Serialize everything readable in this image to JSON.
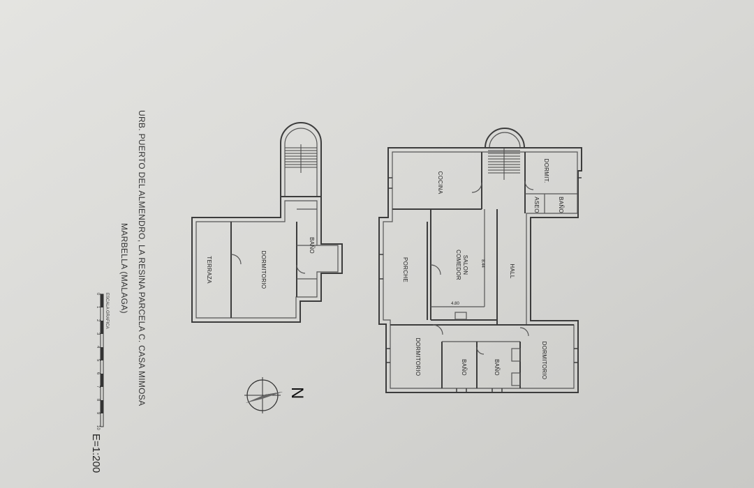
{
  "plan": {
    "upper_floor": {
      "rooms": {
        "terraza": "TERRAZA",
        "dormitorio": "DORMITORIO",
        "bano": "BAÑO"
      }
    },
    "ground_floor": {
      "rooms": {
        "cocina": "COCINA",
        "dormit": "DORMIT.",
        "aseo": "ASEO",
        "bano_top": "BAÑO",
        "porche": "PORCHE",
        "salon": "SALON",
        "comedor": "COMEDOR",
        "hall": "HALL",
        "dormitorio_left": "DORMITORIO",
        "bano_mid_left": "BAÑO",
        "bano_mid_right": "BAÑO",
        "dormitorio_right": "DORMITORIO"
      },
      "dimensions": {
        "width_long": "8.44",
        "width_short": "4.80"
      }
    }
  },
  "caption": {
    "line1": "URB. PUERTO DEL ALMENDRO, LA RESINA PARCELA C. CASA MIMOSA",
    "line2": "MARBELLA (MALAGA)"
  },
  "scale": {
    "title": "ESCALA GRAFICA",
    "ticks": [
      "0",
      "1",
      "2",
      "3",
      "4",
      "5",
      "6",
      "7",
      "8",
      "9",
      "10"
    ],
    "ratio": "E=1:200"
  },
  "north": {
    "letter": "N"
  }
}
